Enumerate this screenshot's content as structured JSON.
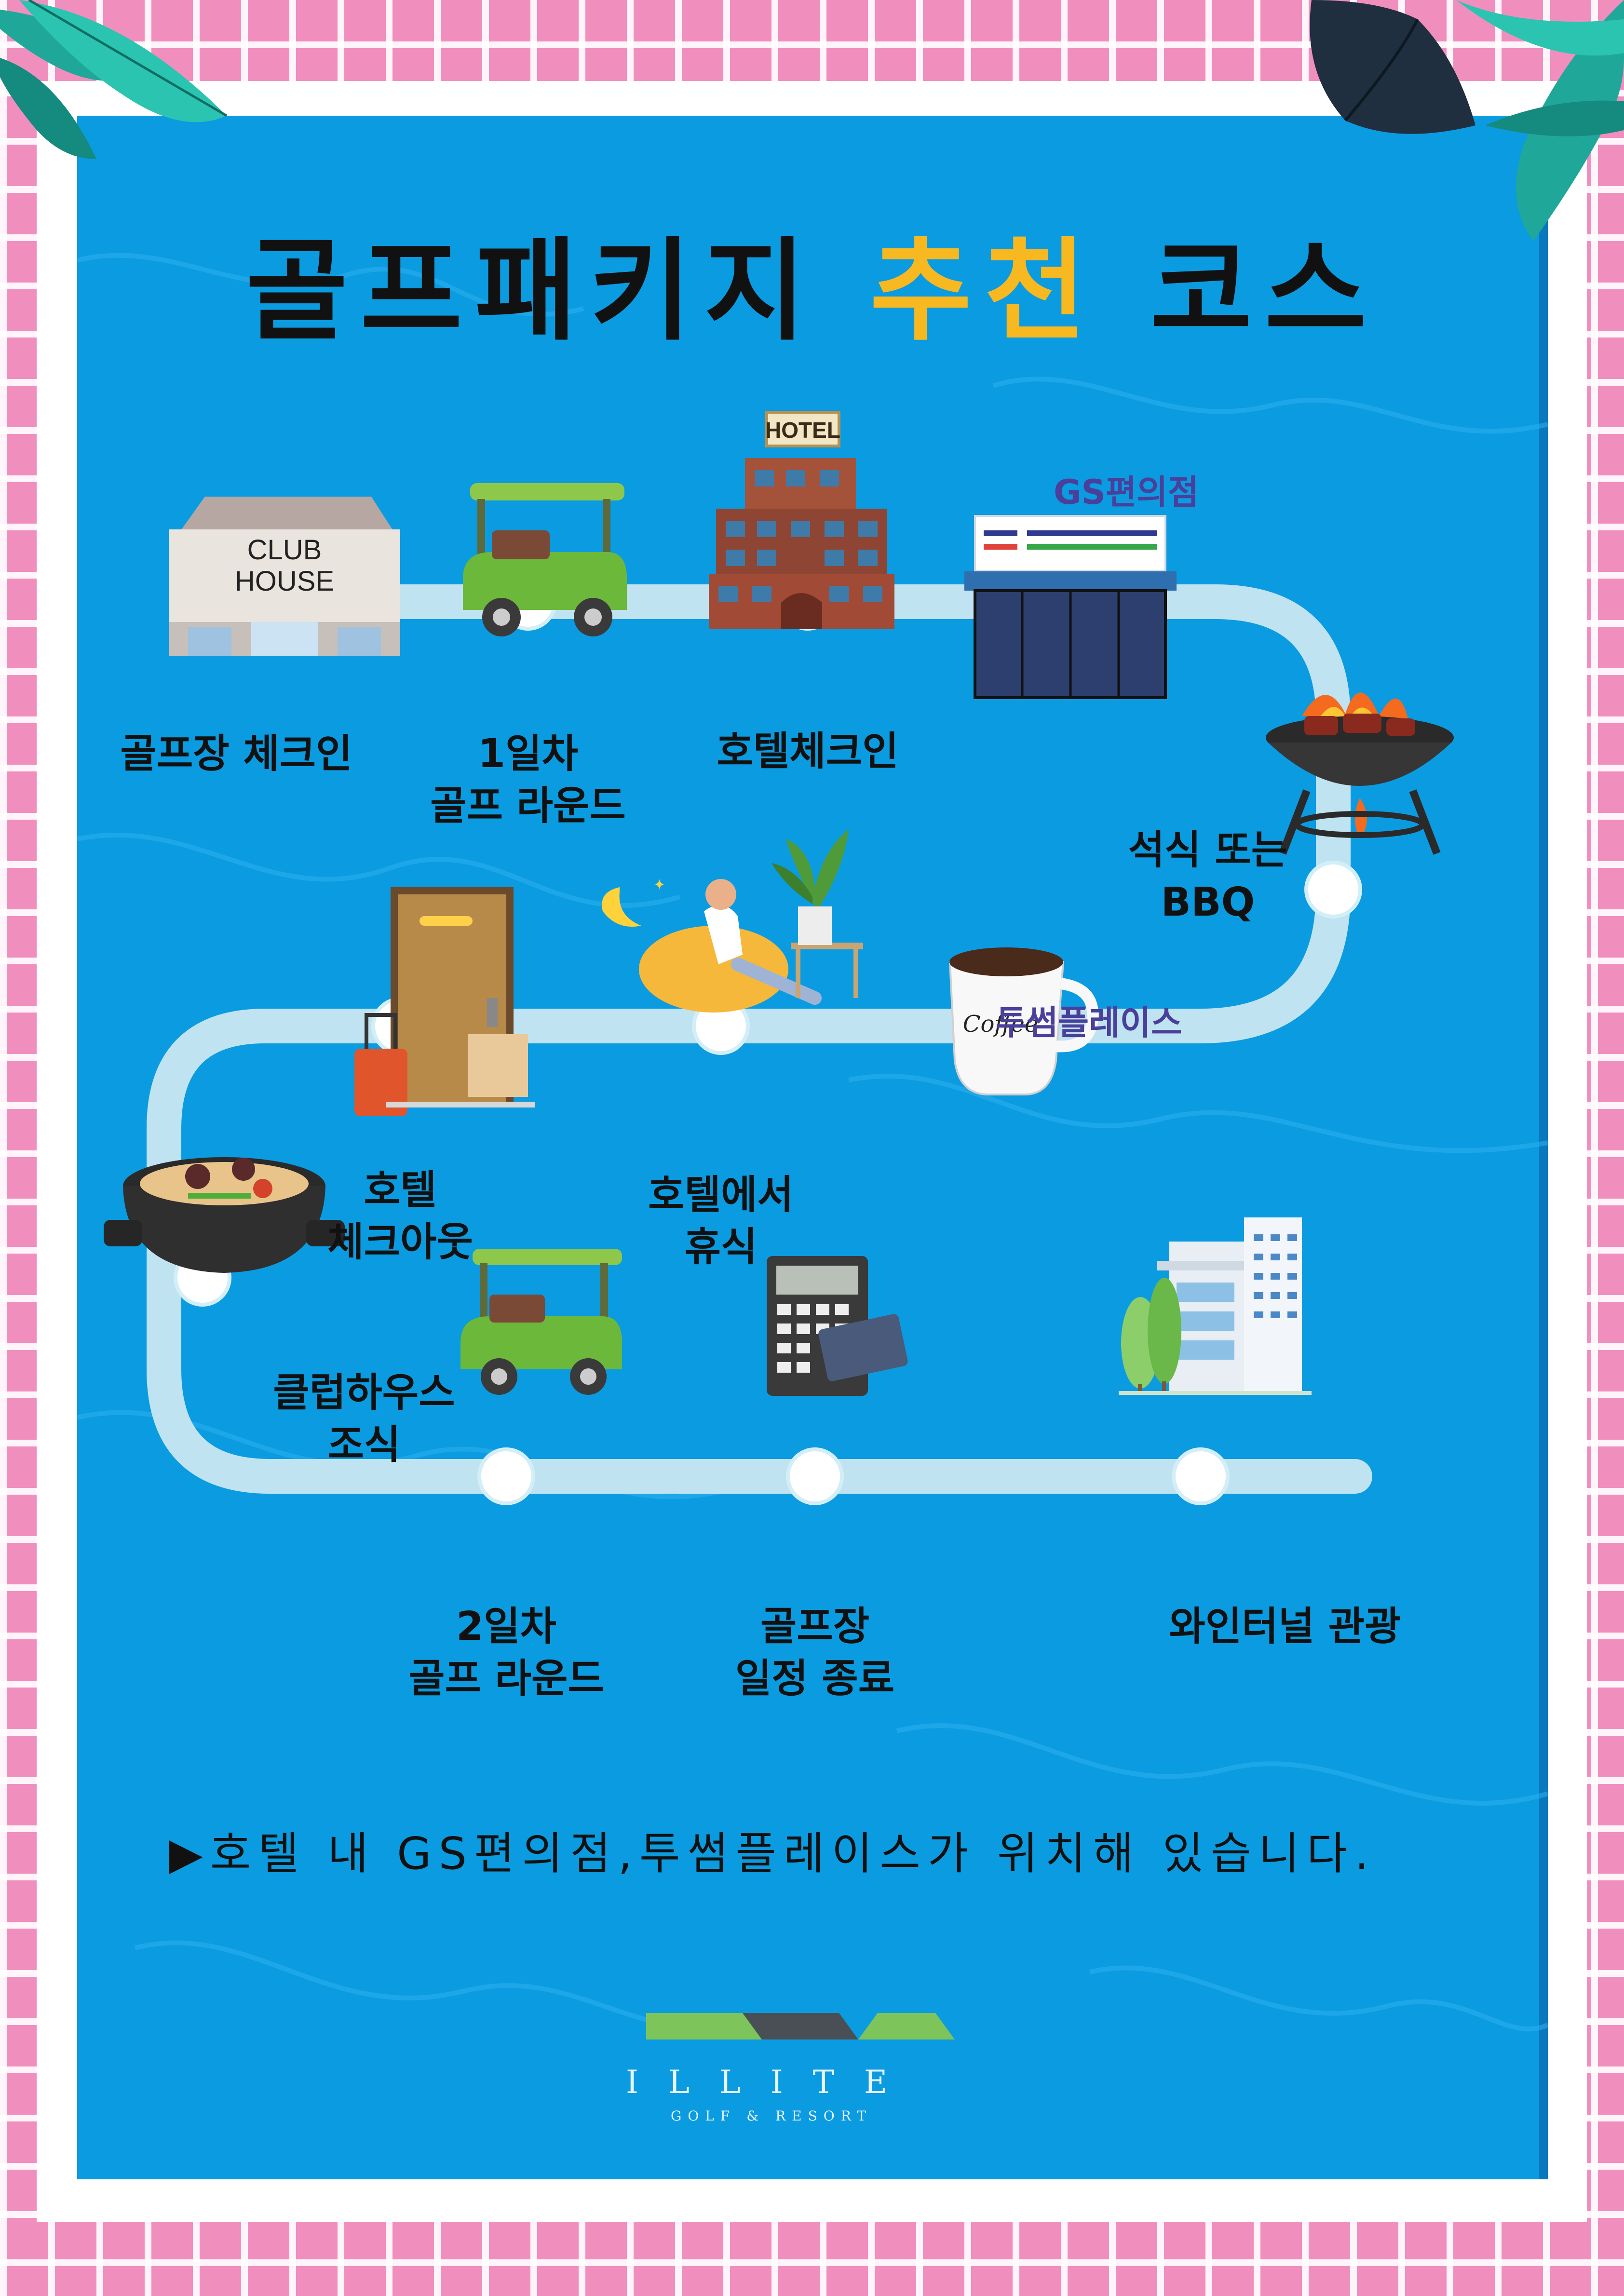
{
  "title": {
    "part1": "골프패키지",
    "accent": "추천",
    "part2": "코스"
  },
  "steps": [
    {
      "id": "clubhouse-checkin",
      "lines": [
        "골프장 체크인"
      ]
    },
    {
      "id": "day1-round",
      "lines": [
        "1일차",
        "골프 라운드"
      ]
    },
    {
      "id": "hotel-checkin",
      "lines": [
        "호텔체크인"
      ]
    },
    {
      "id": "dinner-bbq",
      "lines": [
        "석식 또는",
        "BBQ"
      ]
    },
    {
      "id": "hotel-rest",
      "lines": [
        "호텔에서",
        "휴식"
      ]
    },
    {
      "id": "hotel-checkout",
      "lines": [
        "호텔",
        "체크아웃"
      ]
    },
    {
      "id": "clubhouse-breakfast",
      "lines": [
        "클럽하우스",
        "조식"
      ]
    },
    {
      "id": "day2-round",
      "lines": [
        "2일차",
        "골프 라운드"
      ]
    },
    {
      "id": "golf-end",
      "lines": [
        "골프장",
        "일정 종료"
      ]
    },
    {
      "id": "wine-tunnel",
      "lines": [
        "와인터널 관광"
      ]
    }
  ],
  "shops": {
    "gs": "GS편의점",
    "twosome": "투썸플레이스"
  },
  "illustrations": {
    "clubhouse_sign": [
      "CLUB",
      "HOUSE"
    ],
    "hotel_sign": "HOTEL",
    "coffee_cup": "Coffee"
  },
  "note": "▶호텔 내 GS편의점,투썸플레이스가 위치해 있습니다.",
  "logo": {
    "name": "ILLITE",
    "tagline": "GOLF & RESORT"
  },
  "colors": {
    "border_pink": "#f08fbd",
    "poster_blue": "#0b9be0",
    "path": "#bfe3f0",
    "accent_yellow": "#f7b820",
    "shop_label": "#4a3f9a"
  }
}
